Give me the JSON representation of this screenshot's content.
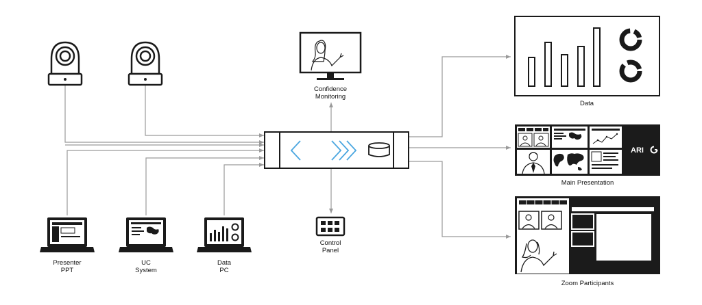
{
  "labels": {
    "confidence_1": "Confidence",
    "confidence_2": "Monitoring",
    "presenter_1": "Presenter",
    "presenter_2": "PPT",
    "uc_1": "UC",
    "uc_2": "System",
    "data_pc_1": "Data",
    "data_pc_2": "PC",
    "control_1": "Control",
    "control_2": "Panel",
    "data_screen": "Data",
    "main_presentation": "Main Presentation",
    "zoom_participants": "Zoom Participants"
  },
  "logo": "ARI",
  "colors": {
    "line": "#9a9a9a",
    "device": "#1a1a1a",
    "accent": "#4aa6e0",
    "screen_dark": "#1b1b1b"
  },
  "icons": [
    "ptz-camera-icon",
    "laptop-icon",
    "monitor-icon",
    "control-panel-icon",
    "processor-icon",
    "database-icon"
  ]
}
